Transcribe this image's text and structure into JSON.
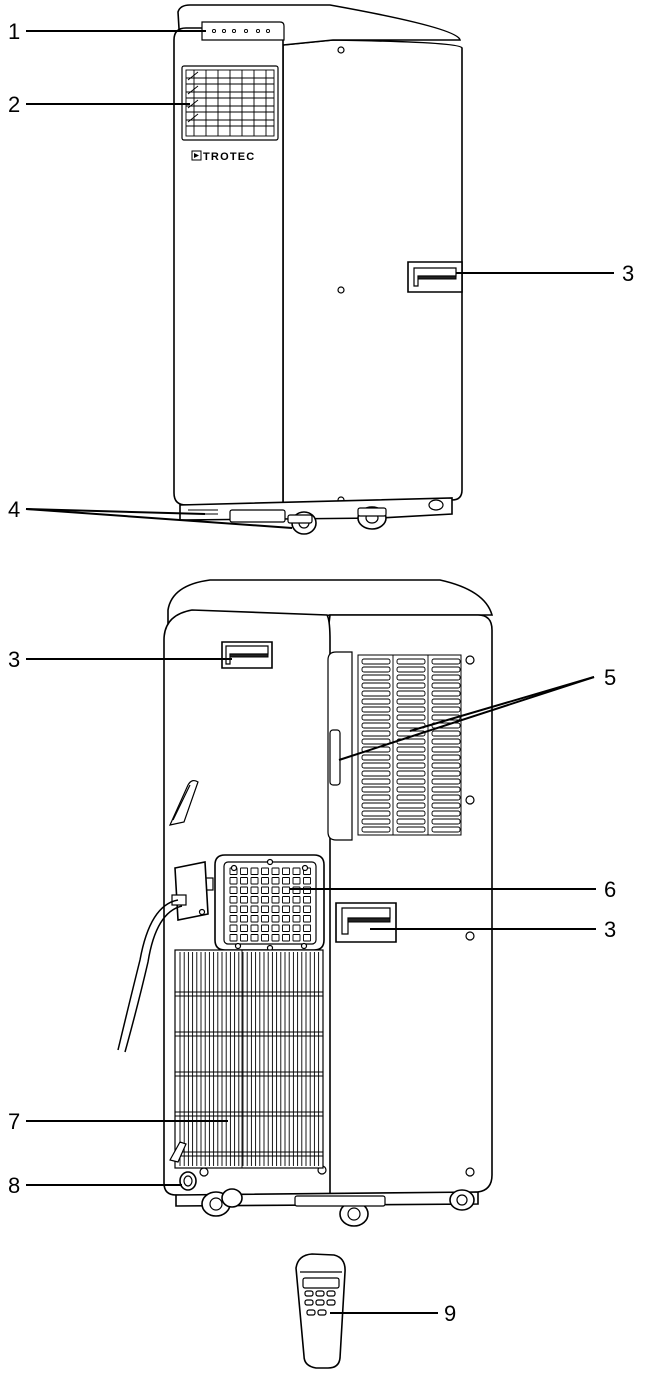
{
  "brand_logo": "TROTEC",
  "callouts": {
    "c1": "1",
    "c2": "2",
    "c3_front": "3",
    "c4": "4",
    "c3_back_top": "3",
    "c5": "5",
    "c6": "6",
    "c3_back_side": "3",
    "c7": "7",
    "c8": "8",
    "c9": "9"
  }
}
